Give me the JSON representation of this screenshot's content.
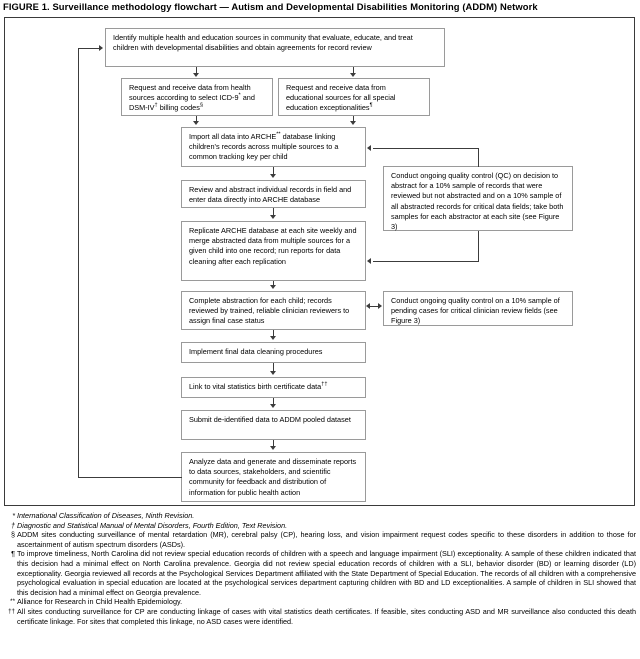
{
  "figure": {
    "title": "FIGURE 1. Surveillance methodology flowchart — Autism and Developmental Disabilities Monitoring (ADDM) Network"
  },
  "flow": {
    "type": "flowchart",
    "nodes": [
      {
        "id": "identify",
        "text": "Identify multiple health and education sources in community that evaluate, educate, and treat children with developmental disabilities and obtain agreements for record review"
      },
      {
        "id": "health-sources",
        "text_pre": "Request and receive data from health sources according to select ICD-9",
        "sup1": "*",
        "text_mid": " and DSM-IV",
        "sup2": "†",
        "text_post": " billing codes",
        "sup3": "§"
      },
      {
        "id": "education-sources",
        "text_pre": "Request and receive data from educational sources for all special education exceptionalities",
        "sup1": "¶"
      },
      {
        "id": "import-arche",
        "text_pre": "Import all data into ARCHE",
        "sup1": "**",
        "text_post": " database linking children's records across multiple sources to a common tracking key per child"
      },
      {
        "id": "review-abstract",
        "text": "Review and abstract individual records in field and enter data directly into ARCHE database"
      },
      {
        "id": "replicate-arche",
        "text": "Replicate ARCHE database at each site weekly and merge abstracted data from multiple sources for a given child into one record; run reports for data cleaning after each replication"
      },
      {
        "id": "complete-abstraction",
        "text": "Complete abstraction for each child; records reviewed by trained, reliable clinician reviewers to assign final case status"
      },
      {
        "id": "final-cleaning",
        "text": "Implement final data cleaning procedures"
      },
      {
        "id": "link-vital-statistics",
        "text_pre": "Link to vital statistics birth certificate data",
        "sup1": "††"
      },
      {
        "id": "submit-pooled",
        "text": "Submit de-identified data to ADDM pooled dataset"
      },
      {
        "id": "analyze-disseminate",
        "text": "Analyze data and generate and disseminate reports to data sources, stakeholders, and scientific community for feedback and distribution of information for public health action"
      },
      {
        "id": "qc-abstraction",
        "text": "Conduct ongoing quality control (QC) on decision to abstract for a 10% sample of records that were reviewed but not abstracted and on a 10% sample of all abstracted records for critical data fields; take both samples for each abstractor at each site (see Figure 3)"
      },
      {
        "id": "qc-clinician",
        "text": "Conduct ongoing quality control on a 10% sample of pending cases for critical clinician review fields (see Figure 3)"
      }
    ]
  },
  "footnotes": [
    {
      "marker": "*",
      "italic": true,
      "text": "International Classification of Diseases, Ninth Revision."
    },
    {
      "marker": "†",
      "italic": true,
      "text": "Diagnostic and Statistical Manual of Mental Disorders, Fourth Edition, Text Revision."
    },
    {
      "marker": "§",
      "italic": false,
      "text": "ADDM sites conducting surveillance of mental retardation (MR), cerebral palsy (CP), hearing loss, and vision impairment request codes specific to these disorders in addition to those for ascertainment of autism spectrum disorders (ASDs)."
    },
    {
      "marker": "¶",
      "italic": false,
      "text": "To improve timeliness, North Carolina did not review special education records of children with a speech and language impairment (SLI) exceptionality. A sample of these children indicated that this decision had a minimal effect on North Carolina prevalence. Georgia did not review special education records of children with a SLI, behavior disorder (BD) or learning disorder (LD) exceptionality. Georgia reviewed all records at the Psychological Services Department affiliated with the State Department of Special Education. The records of all children with a comprehensive psychological evaluation in special education are located at the psychological services department capturing children with BD and LD exceptionalities. A sample of children in SLI showed that this decision had a minimal effect on Georgia prevalence."
    },
    {
      "marker": "**",
      "italic": false,
      "text": "Alliance for Research in Child Health Epidemiology."
    },
    {
      "marker": "††",
      "italic": false,
      "text": "All sites conducting surveillance for CP are conducting linkage of cases with vital statistics death certificates. If feasible, sites conducting ASD and MR surveillance also conducted this death certificate linkage. For sites that completed this linkage, no ASD cases were identified."
    }
  ]
}
